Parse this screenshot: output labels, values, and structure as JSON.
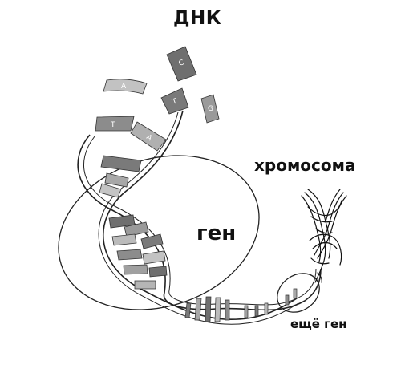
{
  "labels": {
    "dna": "ДНК",
    "chromosome": "хромосома",
    "gene": "ген",
    "another_gene": "ещё ген"
  },
  "colors": {
    "outline": "#222222",
    "dark_base": "#6f6f6f",
    "mid_base": "#8f8f8f",
    "light_base": "#b5b5b5"
  },
  "icons": [
    "dna-helix-icon",
    "chromosome-icon"
  ]
}
